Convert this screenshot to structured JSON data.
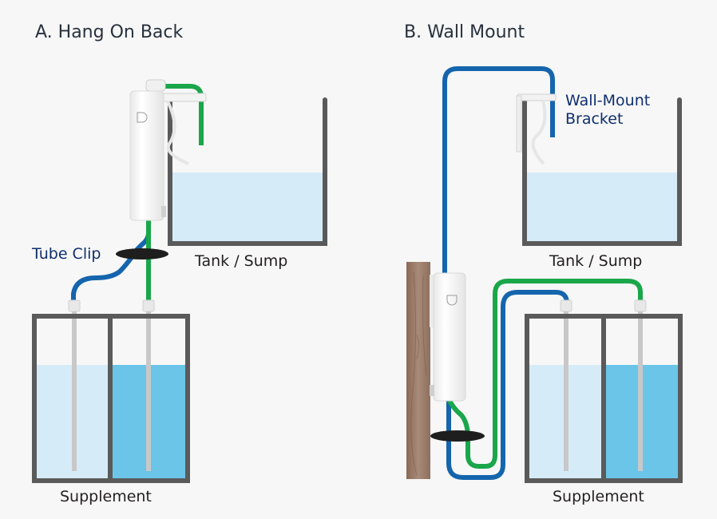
{
  "panels": [
    {
      "id": "A",
      "title": "A. Hang On Back",
      "labels": {
        "tank": "Tank / Sump",
        "supplement": "Supplement",
        "callout": "Tube Clip"
      }
    },
    {
      "id": "B",
      "title": "B. Wall Mount",
      "labels": {
        "tank": "Tank / Sump",
        "supplement": "Supplement",
        "callout_line1": "Wall-Mount",
        "callout_line2": "Bracket"
      }
    }
  ],
  "colors": {
    "background": "#f7f7f7",
    "tank_wall": "#5a5a5a",
    "water_light": "#d6ebf8",
    "water_dark": "#6ac5e8",
    "tube_blue": "#1565ad",
    "tube_green": "#1aa64a",
    "dip_tube": "#c8c8c8",
    "clip": "#1e1e1e",
    "callout_text": "#0f2f6d",
    "wood": "#9b7c6b"
  }
}
